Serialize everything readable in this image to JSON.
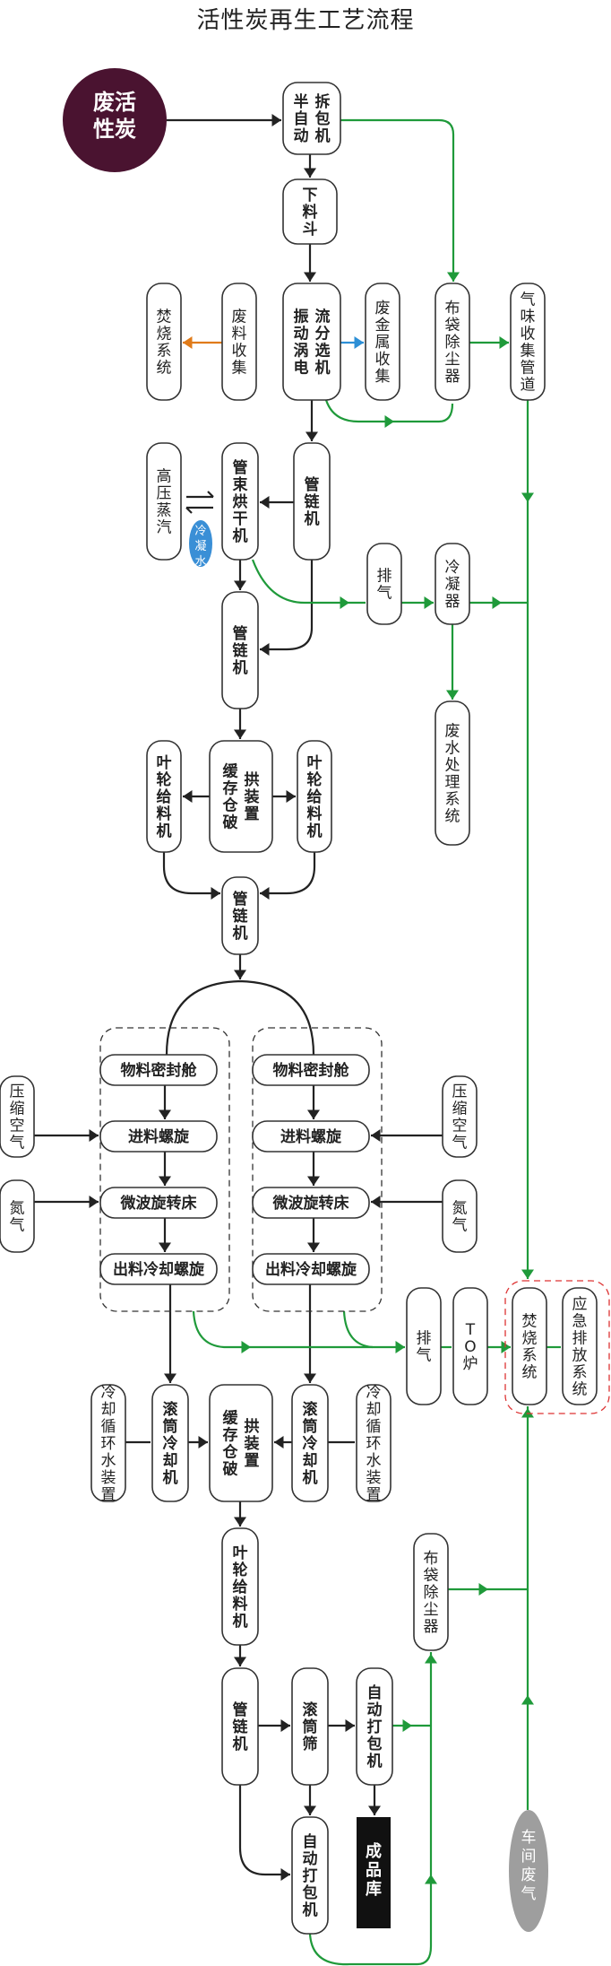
{
  "title": "活性炭再生工艺流程",
  "nodes": {
    "waste_carbon": "废活性炭",
    "semi_auto_unpack": "半自动拆包机",
    "hopper": "下料斗",
    "eddy_separator": "振动涡电流分选机",
    "waste_collect": "废料收集",
    "incinerate_1": "焚烧系统",
    "metal_collect": "废金属收集",
    "bag_filter_1": "布袋除尘器",
    "odor_pipe": "气味收集管道",
    "tube_chain_1": "管链机",
    "tube_dryer": "管束烘干机",
    "hp_steam": "高压蒸汽",
    "condensate": "冷凝水",
    "exhaust_1": "排气",
    "condenser": "冷凝器",
    "wastewater": "废水处理系统",
    "tube_chain_2": "管链机",
    "impeller_left": "叶轮给料机",
    "buffer_bin_1": "缓存仓破拱装置",
    "impeller_right": "叶轮给料机",
    "tube_chain_3": "管链机",
    "seal_l": "物料密封舱",
    "feed_l": "进料螺旋",
    "micro_l": "微波旋转床",
    "out_l": "出料冷却螺旋",
    "seal_r": "物料密封舱",
    "feed_r": "进料螺旋",
    "micro_r": "微波旋转床",
    "out_r": "出料冷却螺旋",
    "comp_air_l": "压缩空气",
    "nitrogen_l": "氮气",
    "comp_air_r": "压缩空气",
    "nitrogen_r": "氮气",
    "exhaust_2": "排气",
    "to_furnace": "TO炉",
    "incinerate_2": "焚烧系统",
    "emergency": "应急排放系统",
    "cool_water_l": "冷却循环水装置",
    "drum_cool_l": "滚筒冷却机",
    "buffer_bin_2": "缓存仓破拱装置",
    "drum_cool_r": "滚筒冷却机",
    "cool_water_r": "冷却循环水装置",
    "impeller_bottom": "叶轮给料机",
    "bag_filter_2": "布袋除尘器",
    "tube_chain_4": "管链机",
    "drum_screen": "滚筒筛",
    "auto_pack_1": "自动打包机",
    "auto_pack_2": "自动打包机",
    "product_store": "成品库",
    "workshop_gas": "车间废气"
  },
  "colors": {
    "main_flow": "#222222",
    "gas_flow": "#1f9a3a",
    "waste_flow": "#e07b1a",
    "metal_flow": "#2d8fd6",
    "start_fill": "#4a1330",
    "product_fill": "#111111",
    "workshop_fill": "#9e9e9e",
    "condensate_fill": "#3a8fd6"
  }
}
